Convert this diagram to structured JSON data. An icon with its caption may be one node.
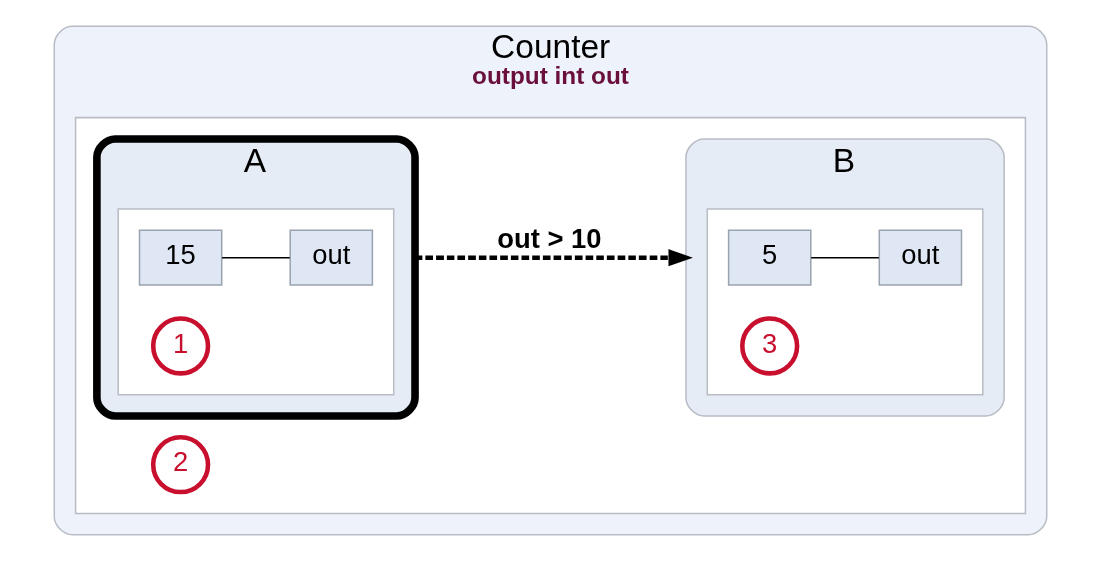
{
  "diagram": {
    "nodes": [
      {
        "text": [
          "Counter",
          "output int out"
        ]
      },
      {
        "text": [],
        "shape": "box",
        "in": 0
      },
      {
        "text": [
          "A"
        ],
        "in": 1
      },
      {
        "text": [],
        "shape": "box",
        "in": 2
      },
      {
        "text": [
          "15"
        ],
        "in": 3
      },
      {
        "text": [
          "out"
        ],
        "in": 3
      },
      {
        "text": [
          "B"
        ],
        "in": 1
      },
      {
        "text": [],
        "shape": "box",
        "in": 6
      },
      {
        "text": [
          "5"
        ],
        "in": 7
      },
      {
        "text": [
          "out"
        ],
        "in": 7
      }
    ],
    "edges": [
      {
        "from": 4,
        "to": 5,
        "arrow": "none"
      },
      {
        "from": 2,
        "to": 6,
        "arrow": "to",
        "label": "out > 10",
        "style": "dashed"
      },
      {
        "from": 8,
        "to": 9,
        "arrow": "none"
      }
    ],
    "labels": [
      "1",
      "2",
      "3"
    ]
  }
}
